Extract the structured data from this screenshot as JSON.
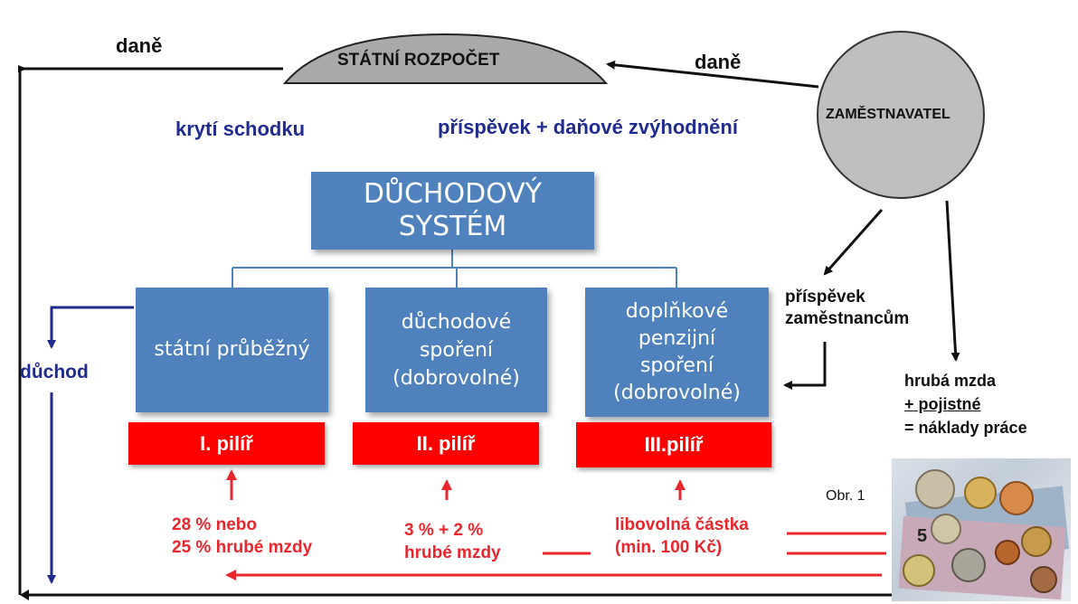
{
  "labels": {
    "dane_left": "daně",
    "dane_right": "daně",
    "statni_rozpocet": "STÁTNÍ ROZPOČET",
    "zamestnavatel": "ZAMĚSTNAVATEL",
    "kryti_schodku": "krytí schodku",
    "prispevek_zvyhodneni": "příspěvek + daňové zvýhodnění",
    "duchod": "důchod",
    "prispevek_zamestnancum_1": "příspěvek",
    "prispevek_zamestnancum_2": "zaměstnancům",
    "hruba_mzda": "hrubá mzda",
    "pojistne": "+ pojistné",
    "naklady_prace": "= náklady práce",
    "obr": "Obr. 1"
  },
  "system_box": "DŮCHODOVÝ\nSYSTÉM",
  "pillars": [
    {
      "box": "státní průběžný",
      "label": "I. pilíř",
      "contribution": "28 % nebo\n25 % hrubé mzdy"
    },
    {
      "box": "důchodové\nspoření\n(dobrovolné)",
      "label": "II. pilíř",
      "contribution": "3 % + 2 %\nhrubé mzdy"
    },
    {
      "box": "doplňkové\npenzijní\nspoření\n(dobrovolné)",
      "label": "III.pilíř",
      "contribution": "libovolná částka\n(min. 100 Kč)"
    }
  ],
  "colors": {
    "box_blue": "#4f81bd",
    "pillar_red": "#ff0000",
    "text_navy": "#1f2b8f",
    "text_red": "#e8262b",
    "circle_gray": "#bfbfbf",
    "arrow_black": "#111111",
    "arrow_navy": "#1f2b8f",
    "arrow_red": "#e8262b"
  }
}
